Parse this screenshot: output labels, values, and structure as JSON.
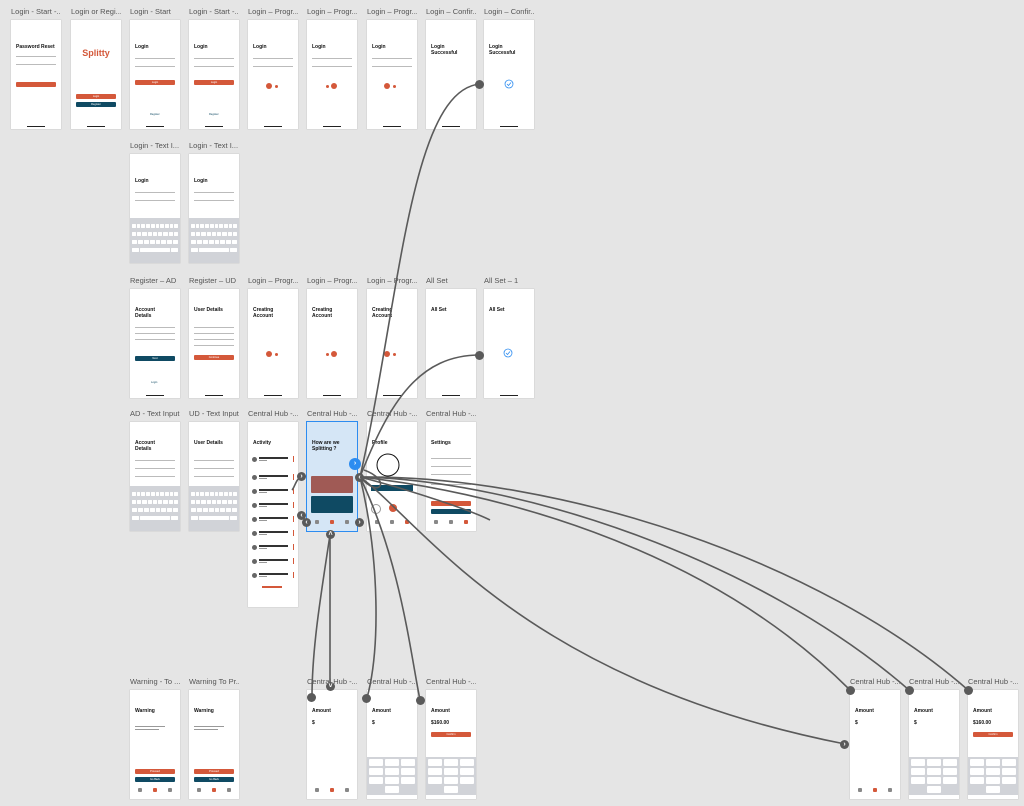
{
  "artboards": {
    "r1": [
      {
        "label": "Login - Start -...",
        "title": "Password Reset"
      },
      {
        "label": "Login or Regi...",
        "logo": "Splitty",
        "btn1": "Login",
        "btn2": "Register"
      },
      {
        "label": "Login - Start",
        "title": "Login",
        "btn": "Login",
        "link": "Register"
      },
      {
        "label": "Login - Start -...",
        "title": "Login",
        "btn": "Login",
        "link": "Register"
      },
      {
        "label": "Login – Progr...",
        "title": "Login"
      },
      {
        "label": "Login – Progr...",
        "title": "Login"
      },
      {
        "label": "Login – Progr...",
        "title": "Login"
      },
      {
        "label": "Login – Confir...",
        "title": "Login Successful"
      },
      {
        "label": "Login – Confir...",
        "title": "Login Successful"
      }
    ],
    "r2": [
      {
        "label": "Login - Text I...",
        "title": "Login"
      },
      {
        "label": "Login - Text I...",
        "title": "Login"
      }
    ],
    "r3": [
      {
        "label": "Register – AD",
        "title": "Account Details",
        "btn": "Next",
        "link": "Login"
      },
      {
        "label": "Register – UD",
        "title": "User Details",
        "btn": "Continue"
      },
      {
        "label": "Login – Progr...",
        "title": "Creating Account"
      },
      {
        "label": "Login – Progr...",
        "title": "Creating Account"
      },
      {
        "label": "Login – Progr...",
        "title": "Creating Account"
      },
      {
        "label": "All Set",
        "title": "All Set"
      },
      {
        "label": "All Set – 1",
        "title": "All Set"
      }
    ],
    "r4": [
      {
        "label": "AD - Text Input",
        "title": "Account Details"
      },
      {
        "label": "UD - Text Input",
        "title": "User Details"
      },
      {
        "label": "Central Hub -...",
        "title": "Activity"
      },
      {
        "label": "Central Hub -...",
        "title": "How are we Splitting ?"
      },
      {
        "label": "Central Hub -...",
        "title": "Profile"
      },
      {
        "label": "Central Hub -...",
        "title": "Settings"
      }
    ],
    "r5": [
      {
        "label": "Warning - To ...",
        "title": "Warning",
        "btn1": "Proceed",
        "btn2": "Go Back"
      },
      {
        "label": "Warning To Pr...",
        "title": "Warning",
        "btn1": "Proceed",
        "btn2": "Go Back"
      },
      {
        "label": "Central Hub -...",
        "title": "Amount",
        "value": "$"
      },
      {
        "label": "Central Hub -...",
        "title": "Amount",
        "value": "$"
      },
      {
        "label": "Central Hub -...",
        "title": "Amount",
        "value": "$160.00",
        "btn": "Confirm"
      },
      {
        "label": "Central Hub -...",
        "title": "Amount",
        "value": "$"
      },
      {
        "label": "Central Hub -...",
        "title": "Amount",
        "value": "$"
      },
      {
        "label": "Central Hub -...",
        "title": "Amount",
        "value": "$160.00",
        "btn": "Confirm"
      }
    ]
  },
  "colors": {
    "accent": "#d4583a",
    "navy": "#0f4a63",
    "selection": "#2d8cf0",
    "wire": "#5a5a5a"
  }
}
